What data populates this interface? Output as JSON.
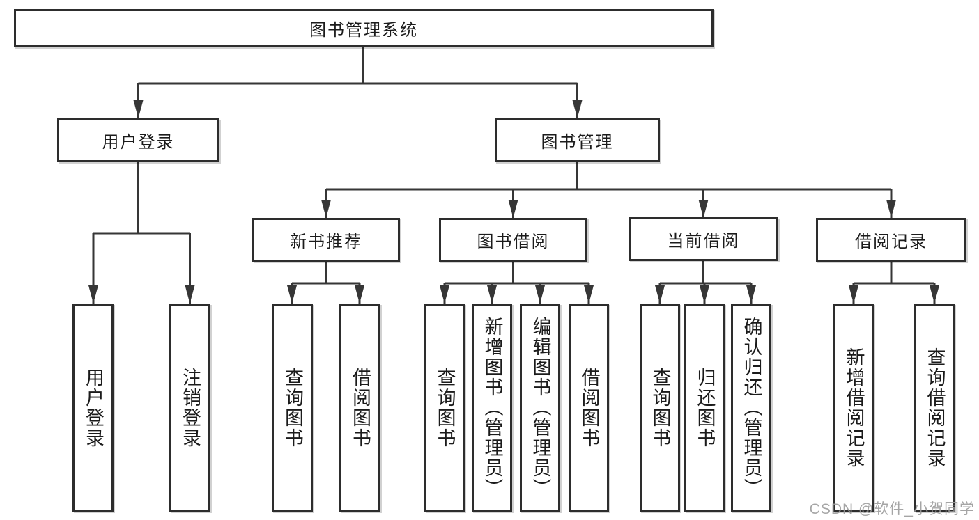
{
  "tree": {
    "label": "图书管理系统",
    "children": [
      {
        "label": "用户登录",
        "children": [
          {
            "label": "用户登录"
          },
          {
            "label": "注销登录"
          }
        ]
      },
      {
        "label": "图书管理",
        "children": [
          {
            "label": "新书推荐",
            "children": [
              {
                "label": "查询图书"
              },
              {
                "label": "借阅图书"
              }
            ]
          },
          {
            "label": "图书借阅",
            "children": [
              {
                "label": "查询图书"
              },
              {
                "label": "新增图书（管理员）"
              },
              {
                "label": "编辑图书（管理员）"
              },
              {
                "label": "借阅图书"
              }
            ]
          },
          {
            "label": "当前借阅",
            "children": [
              {
                "label": "查询图书"
              },
              {
                "label": "归还图书"
              },
              {
                "label": "确认归还（管理员）"
              }
            ]
          },
          {
            "label": "借阅记录",
            "children": [
              {
                "label": "新增借阅记录"
              },
              {
                "label": "查询借阅记录"
              }
            ]
          }
        ]
      }
    ]
  },
  "watermark": {
    "text": "CSDN @软件_小贺同学"
  },
  "colors": {
    "line": "#363636",
    "border": "#2d2d2d",
    "text": "#1b1b1b",
    "watermark": "#9c9c9c",
    "background": "#ffffff"
  }
}
